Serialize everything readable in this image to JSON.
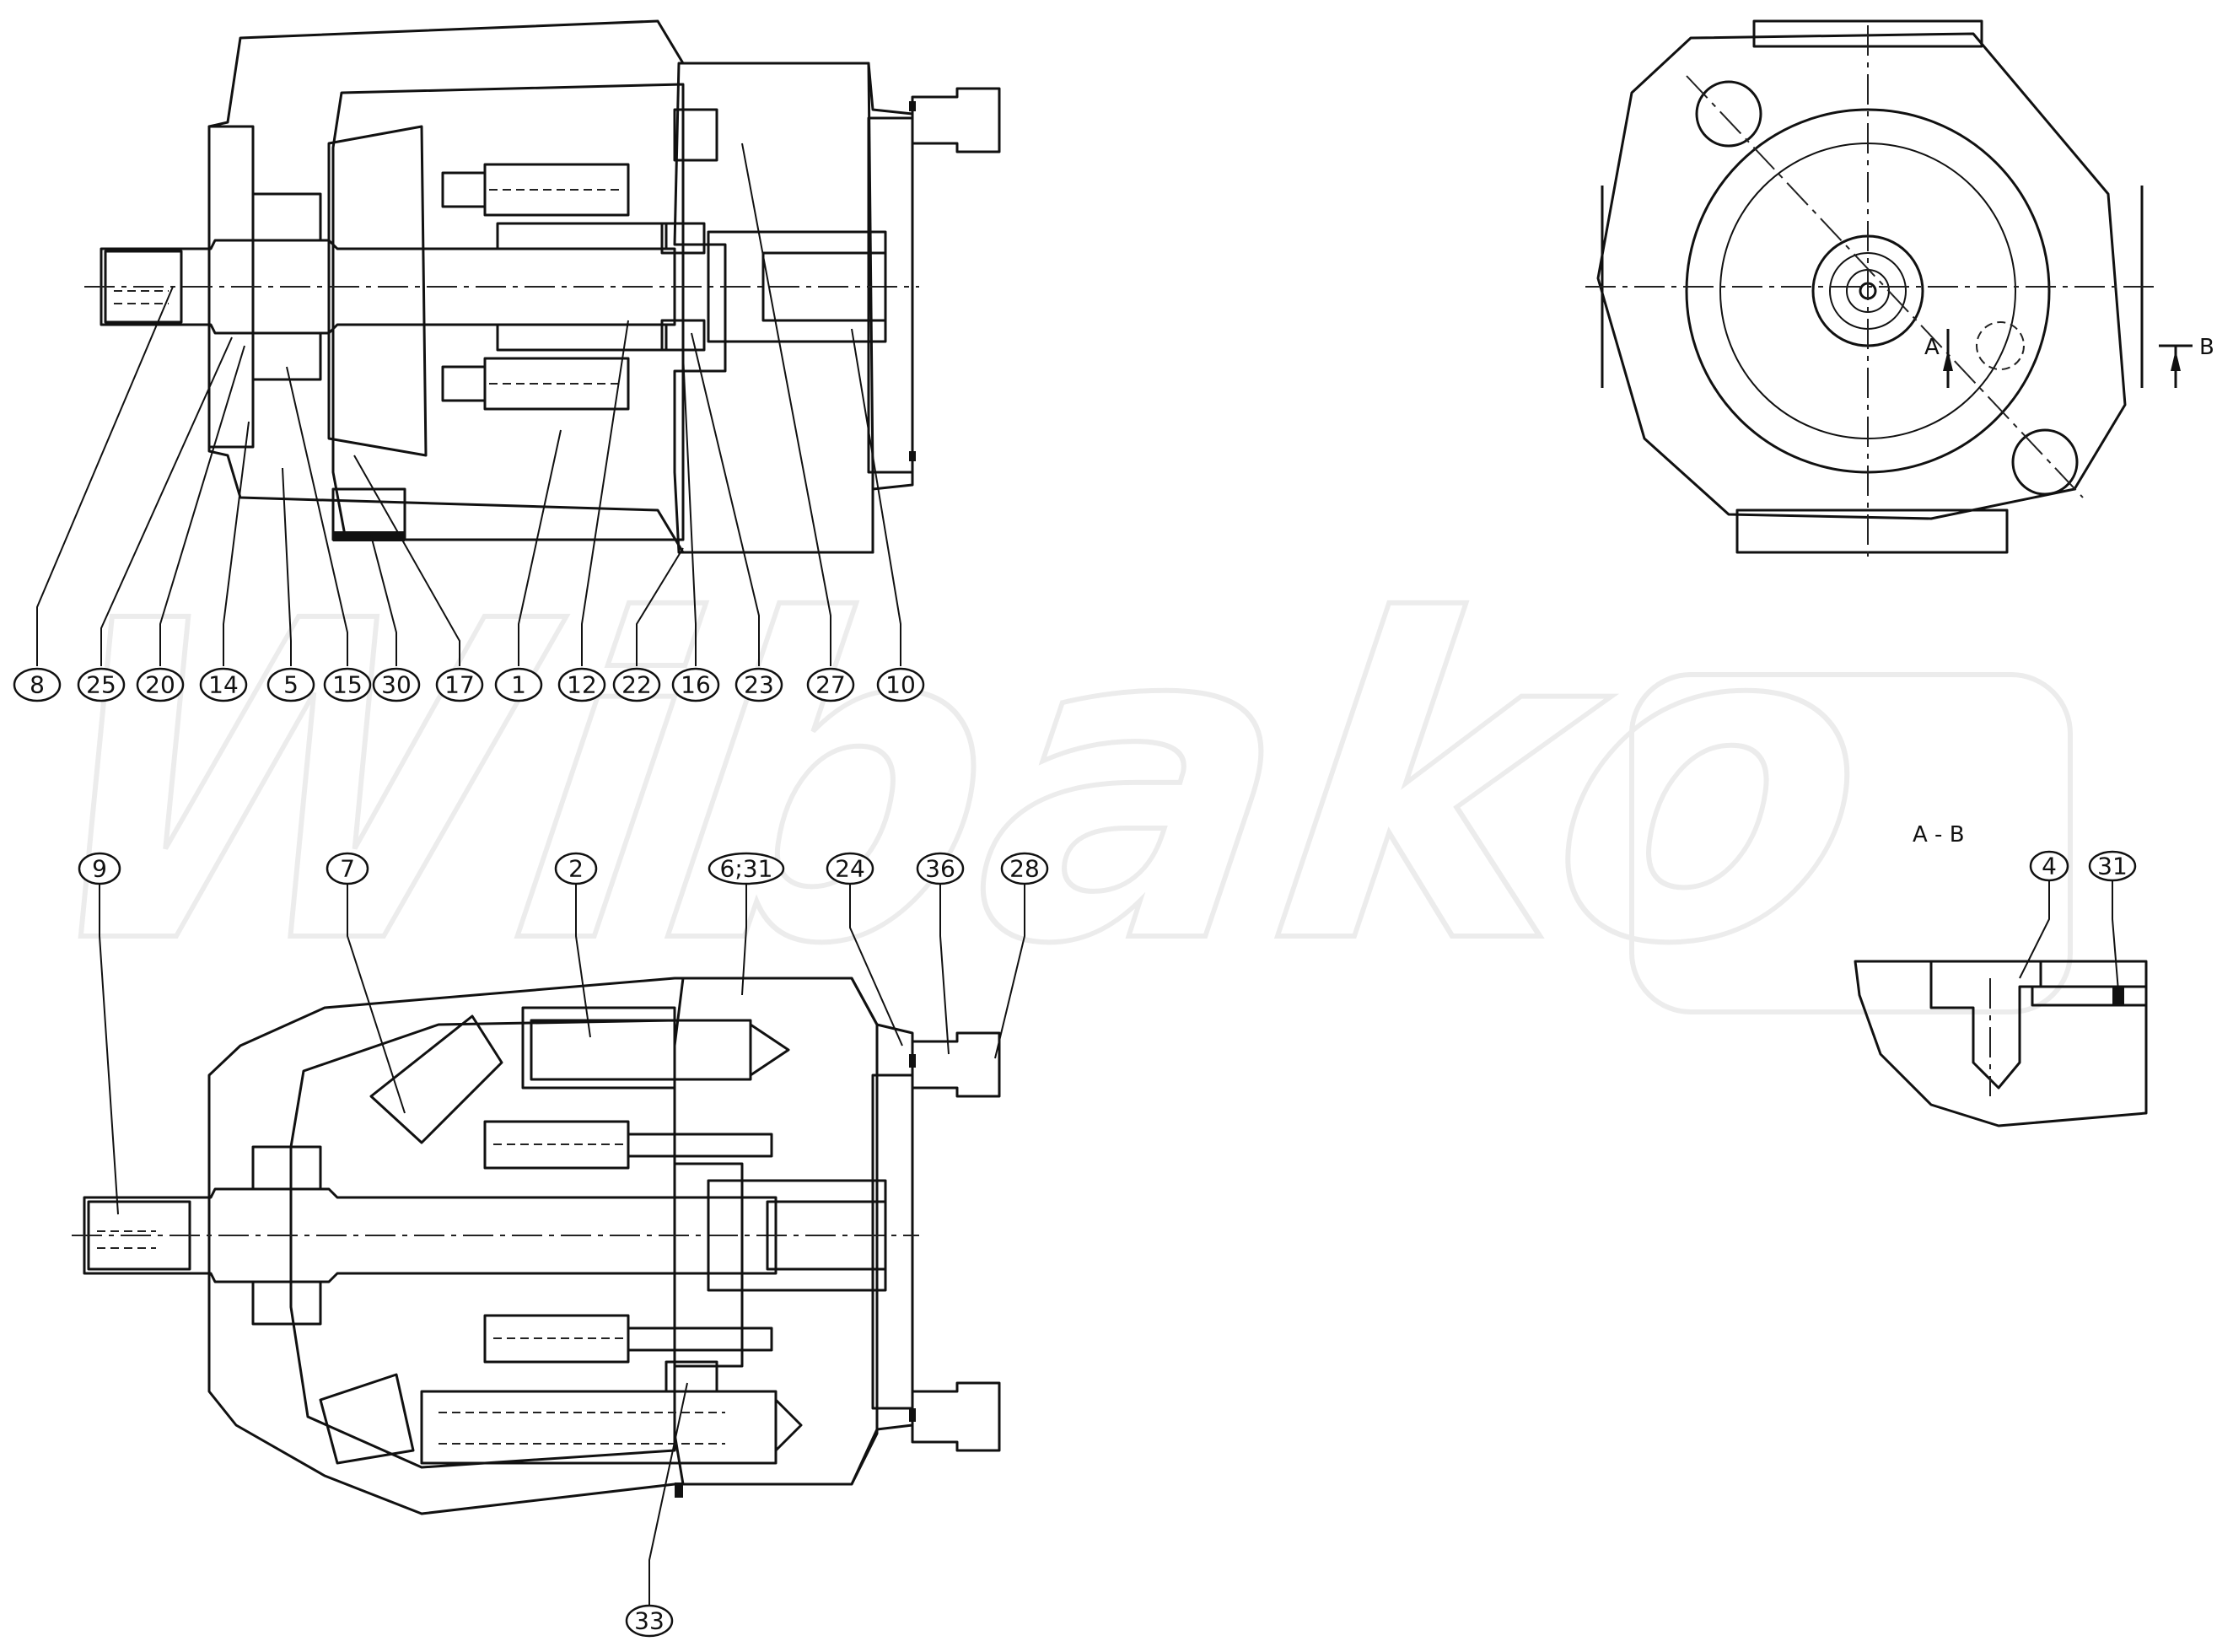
{
  "watermark": {
    "text": "Wibako"
  },
  "section_label": "A - B",
  "view_marks": {
    "a": "A",
    "b": "B"
  },
  "balloons": {
    "top_row": [
      "8",
      "25",
      "20",
      "14",
      "5",
      "15",
      "30",
      "17",
      "1",
      "12",
      "22",
      "16",
      "23",
      "27",
      "10"
    ],
    "bottom_row": [
      "9",
      "7",
      "2",
      "6;31",
      "24",
      "36",
      "28"
    ],
    "bottom_single": "33",
    "detail": [
      "4",
      "31"
    ]
  },
  "colors": {
    "line": "#111111",
    "background": "#ffffff",
    "watermark": "#ececec"
  }
}
